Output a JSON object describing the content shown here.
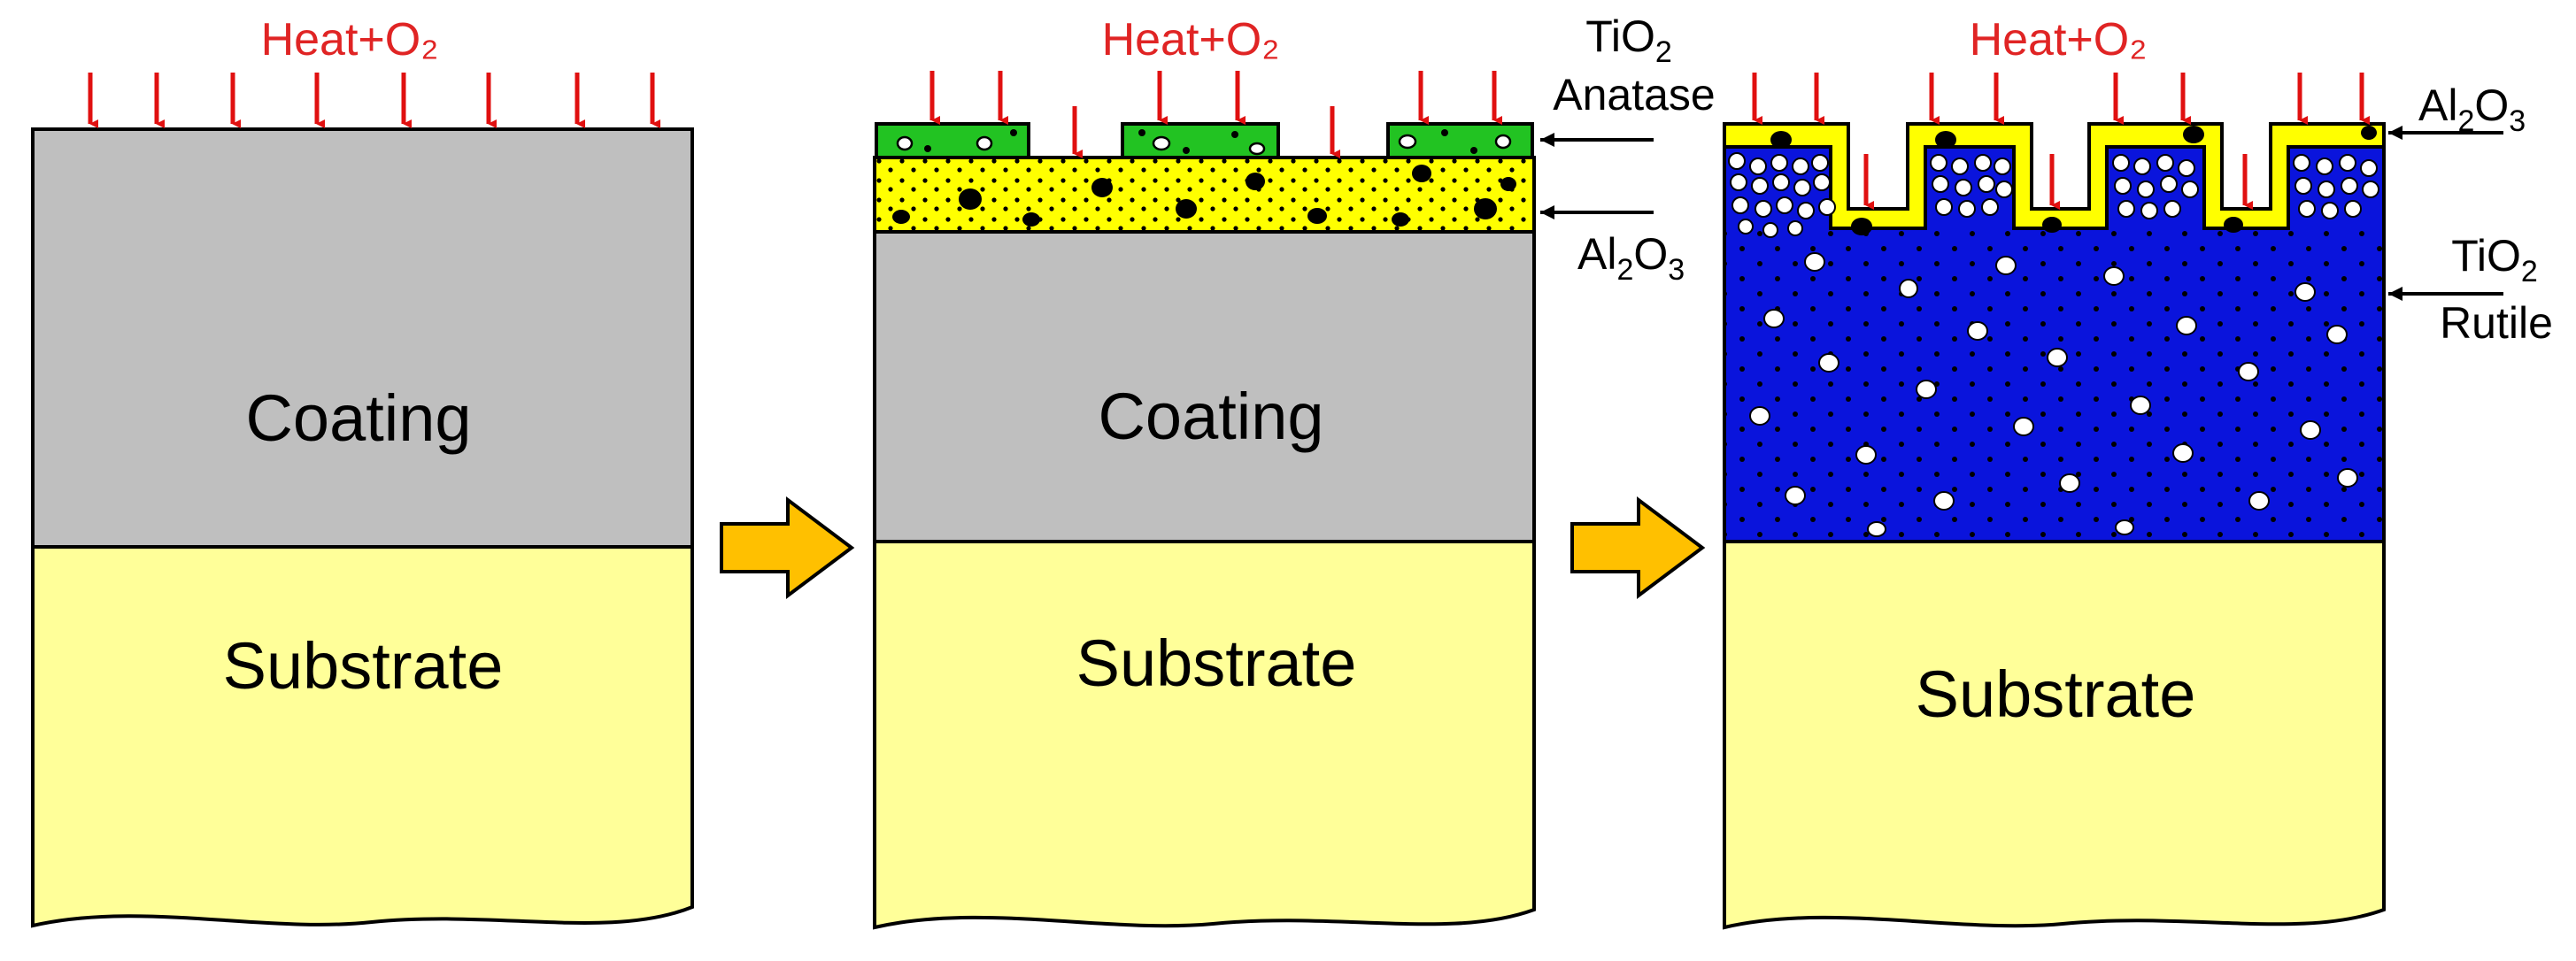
{
  "labels": {
    "heat": "Heat+O₂",
    "coating": "Coating",
    "substrate": "Substrate",
    "tio2": "TiO",
    "anatase": "Anatase",
    "al2o3_al": "Al",
    "al2o3_o": "O",
    "sub_2": "2",
    "sub_3": "3",
    "rutile": "Rutile"
  },
  "colors": {
    "arrow_red": "#e01010",
    "heat_text": "#e02424",
    "coating_gray": "#bfbfbf",
    "substrate_yellow": "#ffff99",
    "al2o3_yellow": "#ffff00",
    "tio2_anatase_green": "#22c322",
    "tio2_rutile_blue": "#0a14dc",
    "process_arrow_orange": "#ffc000",
    "outline": "#000000"
  },
  "icons": [
    "heat-arrow-icon",
    "process-arrow-icon",
    "pointer-arrow-icon"
  ]
}
